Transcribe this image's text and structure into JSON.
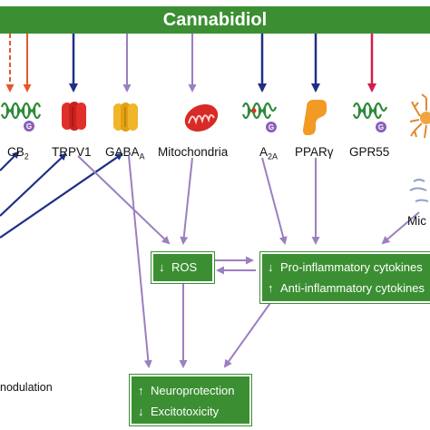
{
  "header": {
    "title": "Cannabidiol"
  },
  "colors": {
    "banner": "#3b8f32",
    "dark_blue": "#1f2f86",
    "purple": "#9b7fc0",
    "orange": "#e4572e",
    "magenta": "#d21f4a",
    "box_green": "#3b8f32"
  },
  "targets": {
    "cb2": {
      "main": "CB",
      "sub": "2"
    },
    "trpv1": {
      "main": "TRPV1"
    },
    "gaba": {
      "main": "GABA",
      "sub": "A"
    },
    "mito": {
      "main": "Mitochondria"
    },
    "a2a": {
      "main": "A",
      "sub": "2A"
    },
    "ppar": {
      "main": "PPARγ"
    },
    "gpr55": {
      "main": "GPR55"
    },
    "micro": {
      "main": "Mic"
    }
  },
  "g_badge": "G",
  "boxes": {
    "ros": {
      "text": "ROS",
      "arrow": "down"
    },
    "cytokines": {
      "pro": {
        "text": "Pro-inflammatory cytokines",
        "arrow": "down"
      },
      "anti": {
        "text": "Anti-inflammatory cytokines",
        "arrow": "up"
      }
    },
    "outcome": {
      "neuro": {
        "text": "Neuroprotection",
        "arrow": "up"
      },
      "excito": {
        "text": "Excitotoxicity",
        "arrow": "down"
      }
    }
  },
  "left_note": "nodulation"
}
